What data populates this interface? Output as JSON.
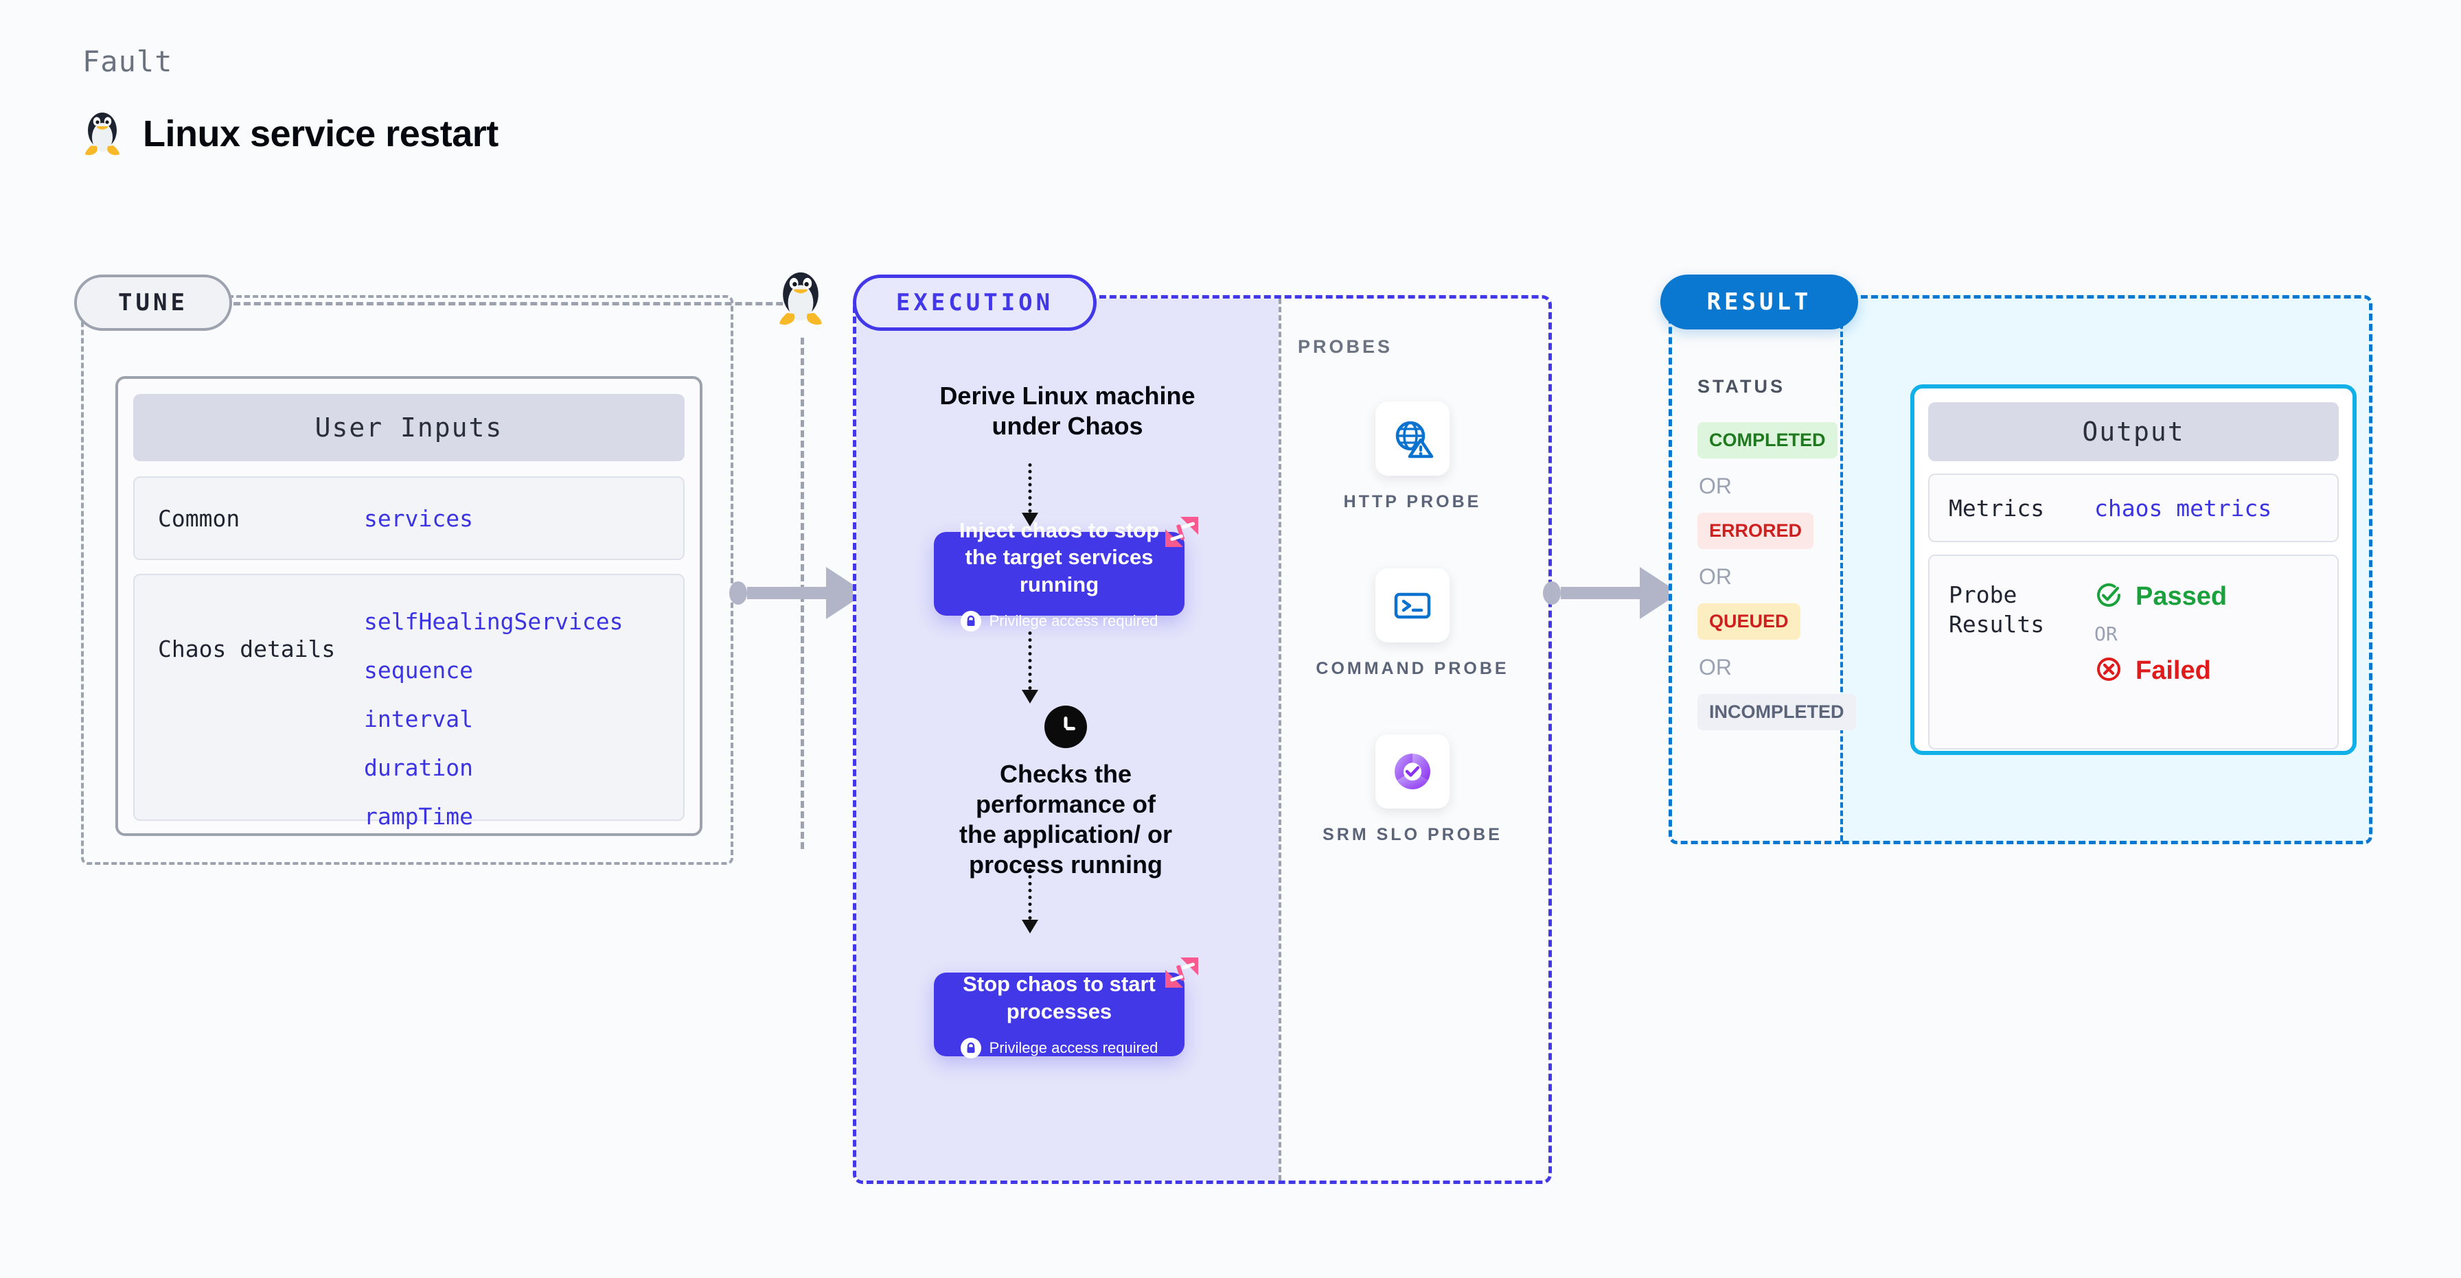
{
  "header": {
    "eyebrow": "Fault",
    "title": "Linux service restart",
    "icon": "linux-penguin-icon"
  },
  "tune": {
    "pill_label": "TUNE",
    "node_icon": "linux-penguin-icon",
    "card": {
      "heading": "User Inputs",
      "rows": [
        {
          "key": "Common",
          "values": [
            "services"
          ]
        },
        {
          "key": "Chaos details",
          "values": [
            "selfHealingServices",
            "sequence",
            "interval",
            "duration",
            "rampTime"
          ]
        }
      ]
    }
  },
  "execution": {
    "pill_label": "EXECUTION",
    "step1_text": "Derive Linux machine\nunder Chaos",
    "inject_box": {
      "title": "Inject chaos to stop the target services running",
      "privilege_note": "Privilege access required",
      "privilege_icon": "lock-icon",
      "corner_icon": "harness-logo-icon"
    },
    "checks_icon": "clock-icon",
    "checks_text": "Checks the\nperformance of\nthe application/ or\nprocess running",
    "stop_box": {
      "title": "Stop chaos to start processes",
      "privilege_note": "Privilege access required",
      "privilege_icon": "lock-icon",
      "corner_icon": "harness-logo-icon"
    }
  },
  "probes": {
    "title": "PROBES",
    "items": [
      {
        "label": "HTTP PROBE",
        "icon": "globe-warning-icon"
      },
      {
        "label": "COMMAND PROBE",
        "icon": "terminal-prompt-icon"
      },
      {
        "label": "SRM SLO PROBE",
        "icon": "slo-donut-check-icon"
      }
    ]
  },
  "result": {
    "pill_label": "RESULT",
    "status_title": "STATUS",
    "or_label": "OR",
    "statuses": [
      {
        "label": "COMPLETED",
        "fg": "#1f7a1f",
        "bg": "#ddf5dd"
      },
      {
        "label": "ERRORED",
        "fg": "#cf2020",
        "bg": "#fde8e8"
      },
      {
        "label": "QUEUED",
        "fg": "#cf2020",
        "bg": "#fdeec2"
      },
      {
        "label": "INCOMPLETED",
        "fg": "#5b6478",
        "bg": "#eef0f5"
      }
    ],
    "output_card": {
      "heading": "Output",
      "metrics_key": "Metrics",
      "metrics_value": "chaos metrics",
      "probe_results_key": "Probe Results",
      "passed_label": "Passed",
      "passed_icon": "check-circle-icon",
      "or_label": "OR",
      "failed_label": "Failed",
      "failed_icon": "x-circle-icon"
    }
  },
  "colors": {
    "accent_purple": "#4338e8",
    "accent_blue": "#0a78d0",
    "accent_cyan": "#12b0e8",
    "pink": "#f8598f",
    "gray_dash": "#9ca3af",
    "page_bg": "#fafbfc"
  }
}
